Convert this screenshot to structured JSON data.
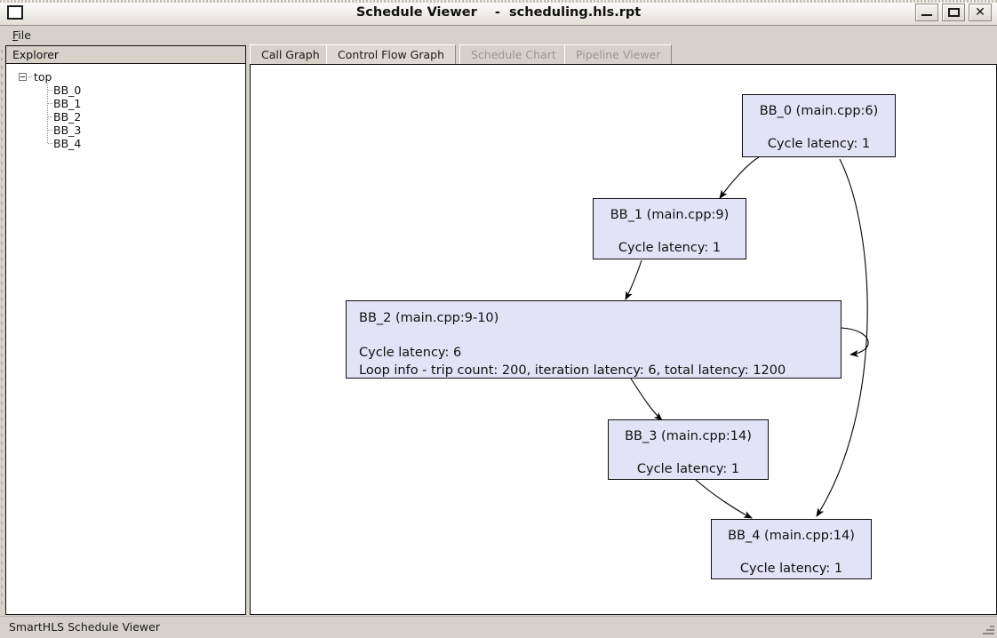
{
  "window": {
    "title": "Schedule Viewer",
    "separator": "-",
    "filename": "scheduling.hls.rpt",
    "full_title": "Schedule Viewer    -  scheduling.hls.rpt",
    "minimize_label": "",
    "maximize_label": "",
    "close_label": "✕"
  },
  "menubar": {
    "items": [
      {
        "label": "File",
        "mnemonic": "F"
      }
    ]
  },
  "explorer": {
    "header": "Explorer",
    "root": {
      "label": "top",
      "expanded": true
    },
    "children": [
      {
        "label": "BB_0"
      },
      {
        "label": "BB_1"
      },
      {
        "label": "BB_2"
      },
      {
        "label": "BB_3"
      },
      {
        "label": "BB_4"
      }
    ]
  },
  "tabs": [
    {
      "label": "Call Graph",
      "active": false,
      "enabled": true
    },
    {
      "label": "Control Flow Graph",
      "active": true,
      "enabled": true
    },
    {
      "label": "Schedule Chart",
      "active": false,
      "enabled": false
    },
    {
      "label": "Pipeline Viewer",
      "active": false,
      "enabled": false
    }
  ],
  "graph": {
    "node_fill": "#e3e3f8",
    "node_border": "#0d0d0d",
    "edge_color": "#000000",
    "nodes": [
      {
        "id": "BB_0",
        "title": "BB_0 (main.cpp:6)",
        "latency": "Cycle latency: 1",
        "detail": ""
      },
      {
        "id": "BB_1",
        "title": "BB_1 (main.cpp:9)",
        "latency": "Cycle latency: 1",
        "detail": ""
      },
      {
        "id": "BB_2",
        "title": "BB_2 (main.cpp:9-10)",
        "latency": "Cycle latency: 6",
        "detail": "Loop info - trip count: 200, iteration latency: 6, total latency: 1200"
      },
      {
        "id": "BB_3",
        "title": "BB_3 (main.cpp:14)",
        "latency": "Cycle latency: 1",
        "detail": ""
      },
      {
        "id": "BB_4",
        "title": "BB_4 (main.cpp:14)",
        "latency": "Cycle latency: 1",
        "detail": ""
      }
    ],
    "edges": [
      {
        "from": "BB_0",
        "to": "BB_1"
      },
      {
        "from": "BB_0",
        "to": "BB_4"
      },
      {
        "from": "BB_1",
        "to": "BB_2"
      },
      {
        "from": "BB_2",
        "to": "BB_2"
      },
      {
        "from": "BB_2",
        "to": "BB_3"
      },
      {
        "from": "BB_3",
        "to": "BB_4"
      }
    ]
  },
  "statusbar": {
    "text": "SmartHLS Schedule Viewer"
  }
}
